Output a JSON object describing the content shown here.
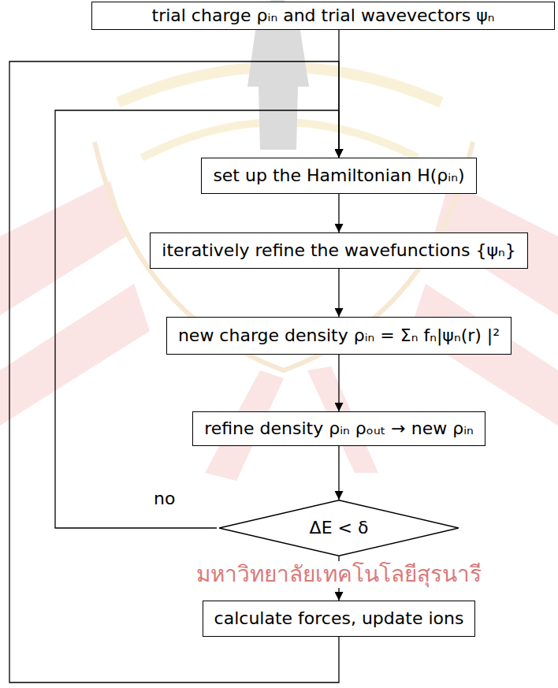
{
  "diagram": {
    "nodes": [
      {
        "text": [
          "trial charge ρᵢₙ and trial wavevectors ψₙ"
        ]
      },
      {
        "text": [
          "set up the Hamiltonian H(ρᵢₙ)"
        ]
      },
      {
        "text": [
          "iteratively refine the wavefunctions {ψₙ}"
        ]
      },
      {
        "text": [
          "new charge density ρᵢₙ = Σₙ fₙ|ψₙ(r) |²"
        ]
      },
      {
        "text": [
          "refine density ρᵢₙ ρₒᵤₜ → new ρᵢₙ"
        ]
      },
      {
        "text": [
          "ΔE < δ"
        ]
      },
      {
        "text": [
          "calculate forces, update ions"
        ]
      }
    ],
    "edges": [
      {
        "from": 0,
        "to": 1,
        "arrow": "to"
      },
      {
        "from": 1,
        "to": 2,
        "arrow": "to"
      },
      {
        "from": 2,
        "to": 3,
        "arrow": "to"
      },
      {
        "from": 3,
        "to": 4,
        "arrow": "to"
      },
      {
        "from": 4,
        "to": 5,
        "arrow": "to"
      },
      {
        "from": 5,
        "to": 1,
        "label": "no",
        "arrow": "to"
      },
      {
        "from": 5,
        "to": 6,
        "arrow": "to"
      },
      {
        "from": 6,
        "to": 1,
        "arrow": "to"
      }
    ],
    "labels": [
      "มหาวิทยาลัยเทคโนโลยีสุรนารี"
    ]
  }
}
